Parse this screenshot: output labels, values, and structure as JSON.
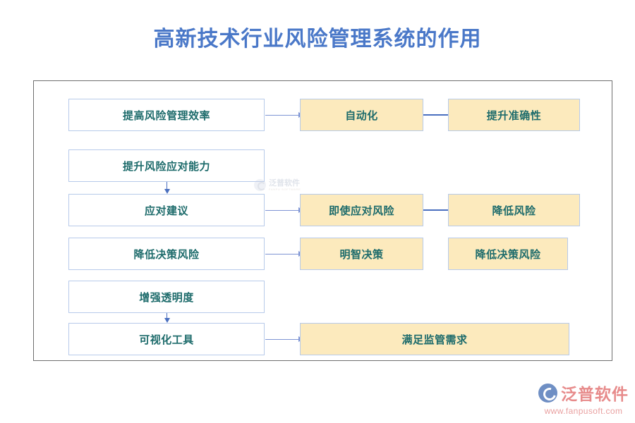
{
  "page": {
    "title": "高新技术行业风险管理系统的作用",
    "title_color": "#4a78c8",
    "background": "#ffffff"
  },
  "diagram": {
    "frame_border_color": "#6e6e6e",
    "plain_node": {
      "fill": "#ffffff",
      "border": "#b7caea",
      "text_color": "#1d6b6b"
    },
    "accent_node": {
      "fill": "#fceabd",
      "border": "#b7caea",
      "text_color": "#1d6b6b"
    },
    "arrow_color": "#7e94d4",
    "connector_color": "#4a6fbf",
    "rows": [
      {
        "left": "提高风险管理效率",
        "middle": "自动化",
        "right": "提升准确性",
        "has_arrow": true,
        "has_link": true
      },
      {
        "left": "提升风险应对能力",
        "middle": "",
        "right": "",
        "has_arrow": false,
        "has_link": false
      },
      {
        "left": "应对建议",
        "middle": "即使应对风险",
        "right": "降低风险",
        "has_arrow": true,
        "has_link": true
      },
      {
        "left": "降低决策风险",
        "middle": "明智决策",
        "right": "降低决策风险",
        "has_arrow": true,
        "has_link": false
      },
      {
        "left": "增强透明度",
        "middle": "",
        "right": "",
        "has_arrow": false,
        "has_link": false
      },
      {
        "left": "可视化工具",
        "wide": "满足监管需求",
        "has_arrow": true,
        "has_link": false
      }
    ]
  },
  "watermark": {
    "cn": "泛普软件",
    "en": "FANPU SOFTWARE"
  },
  "brand": {
    "name": "泛普软件",
    "url": "www.fanpusoft.com"
  }
}
